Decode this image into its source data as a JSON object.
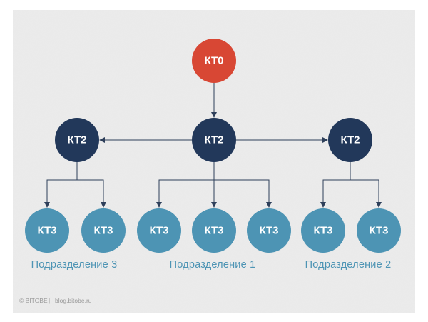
{
  "colors": {
    "root": "#d84734",
    "middle": "#22385a",
    "leaf": "#4d94b4",
    "group_text": "#4d94b4",
    "connector": "#2e3f5a",
    "paper": "#ececec"
  },
  "nodes": {
    "root": "КТ0",
    "level2": [
      "КТ2",
      "КТ2",
      "КТ2"
    ],
    "level3": [
      "КТ3",
      "КТ3",
      "КТ3",
      "КТ3",
      "КТ3",
      "КТ3",
      "КТ3"
    ]
  },
  "groups": [
    "Подразделение 3",
    "Подразделение 1",
    "Подразделение 2"
  ],
  "footer": {
    "copyright": "© BITOBE",
    "separator": "|",
    "site": "blog.bitobe.ru"
  }
}
